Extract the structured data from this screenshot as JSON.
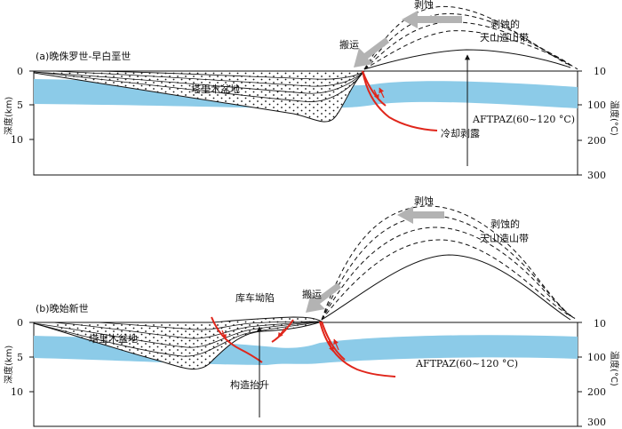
{
  "panels": [
    {
      "title": "(a)晚侏罗世-早白垩世",
      "basin_label": "塔里木盆地",
      "transport_label": "搬运",
      "erosion_label": "剥蚀",
      "eroded_range_label": [
        "剥蚀的",
        "天山造山带"
      ],
      "zone_label": "AFTPAZ(60~120 °C)",
      "process_label": "冷却剥露",
      "depth_axis_title": "深度(km)",
      "temp_axis_title": "温度(°C)",
      "depth_ticks": [
        "0",
        "5",
        "10"
      ],
      "temp_ticks": [
        "10",
        "100",
        "200",
        "300"
      ]
    },
    {
      "title": "(b)晚始新世",
      "basin_label": "塔里木盆地",
      "depression_label": "库车坳陷",
      "transport_label": "搬运",
      "erosion_label": "剥蚀",
      "eroded_range_label": [
        "剥蚀的",
        "天山造山带"
      ],
      "zone_label": "AFTPAZ(60~120 °C)",
      "process_label": "构造抬升",
      "depth_axis_title": "深度(km)",
      "temp_axis_title": "温度(°C)",
      "depth_ticks": [
        "0",
        "5",
        "10"
      ],
      "temp_ticks": [
        "10",
        "100",
        "200",
        "300"
      ]
    }
  ],
  "colors": {
    "annealing_zone": "#8ccbe8",
    "faults": "#e0261b",
    "arrows": "#b3b3b3",
    "lines": "#111111"
  }
}
